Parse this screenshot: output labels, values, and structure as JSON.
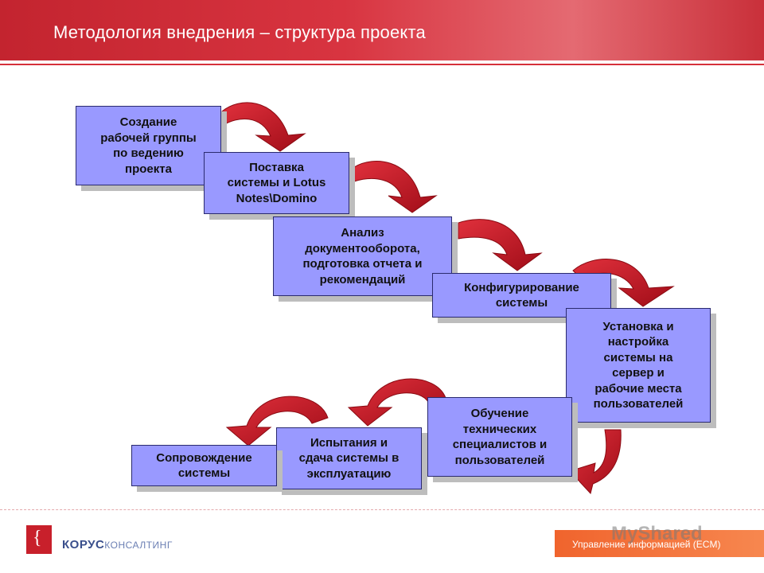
{
  "header": {
    "title": "Методология внедрения – структура проекта"
  },
  "steps": [
    {
      "label": "Создание\nрабочей группы\nпо ведению\nпроекта"
    },
    {
      "label": "Поставка\nсистемы и Lotus\nNotes\\Domino"
    },
    {
      "label": "Анализ\nдокументооборота,\nподготовка отчета и\nрекомендаций"
    },
    {
      "label": "Конфигурирование\nсистемы"
    },
    {
      "label": "Установка и\nнастройка\nсистемы на\nсервер и\nрабочие места\nпользователей"
    },
    {
      "label": "Обучение\nтехнических\nспециалистов и\nпользователей"
    },
    {
      "label": "Испытания и\nсдача системы в\nэксплуатацию"
    },
    {
      "label": "Сопровождение\nсистемы"
    }
  ],
  "footer": {
    "logo_part1": "КОРУС",
    "logo_part2": "КОНСАЛТИНГ",
    "bar_text": "Управление информацией (ECM)",
    "watermark": "MyShared"
  },
  "colors": {
    "box": "#9999ff",
    "arrow": "#c0121f",
    "header": "#c3242f"
  }
}
